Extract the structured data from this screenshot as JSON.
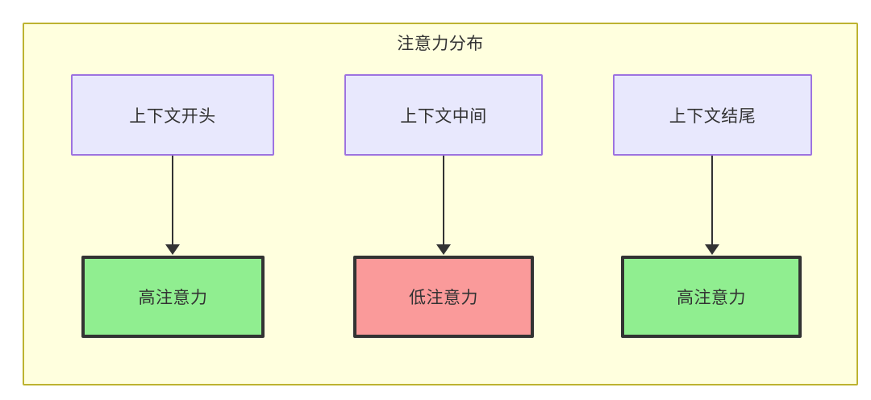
{
  "diagram": {
    "title": "注意力分布",
    "container_fill": "#ffffde",
    "container_border": "#bdb330",
    "nodes_top": [
      {
        "id": "context-start",
        "label": "上下文开头",
        "fill": "#e8e8fd",
        "border": "#9d73e0"
      },
      {
        "id": "context-middle",
        "label": "上下文中间",
        "fill": "#e8e8fd",
        "border": "#9d73e0"
      },
      {
        "id": "context-end",
        "label": "上下文结尾",
        "fill": "#e8e8fd",
        "border": "#9d73e0"
      }
    ],
    "nodes_bottom": [
      {
        "id": "high-attention-start",
        "label": "高注意力",
        "fill": "#90ee90",
        "border": "#333333"
      },
      {
        "id": "low-attention-middle",
        "label": "低注意力",
        "fill": "#fa9a9a",
        "border": "#333333"
      },
      {
        "id": "high-attention-end",
        "label": "高注意力",
        "fill": "#90ee90",
        "border": "#333333"
      }
    ],
    "edges": [
      {
        "from": "context-start",
        "to": "high-attention-start",
        "label": ""
      },
      {
        "from": "context-middle",
        "to": "low-attention-middle",
        "label": ""
      },
      {
        "from": "context-end",
        "to": "high-attention-end",
        "label": ""
      }
    ]
  }
}
